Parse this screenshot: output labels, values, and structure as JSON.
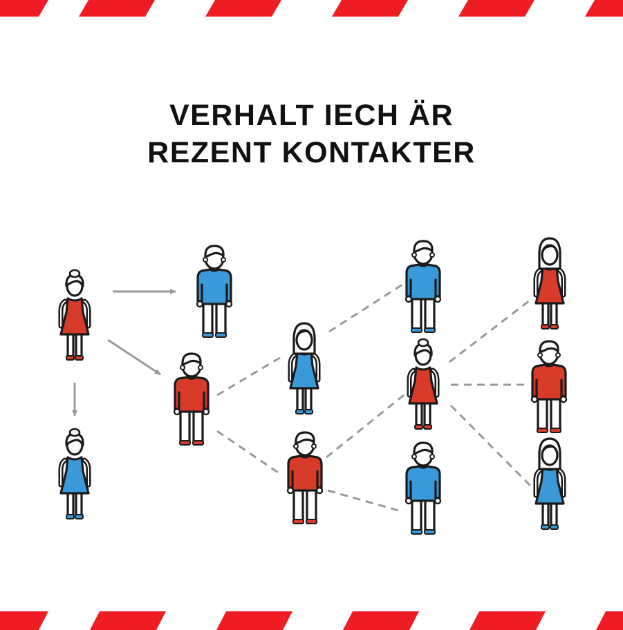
{
  "title": {
    "line1": "VERHALT IECH ÄR",
    "line2": "REZENT KONTAKTER"
  },
  "colors": {
    "stripe_red": "#ef1c24",
    "background": "#ffffff",
    "person_red": "#d93b2b",
    "person_blue": "#3a9ad9",
    "outline": "#1a1a1a",
    "connector_grey": "#9a9a9a"
  },
  "diagram": {
    "people": [
      {
        "id": "p1",
        "name": "woman-red-dress-source",
        "type": "woman",
        "color": "red"
      },
      {
        "id": "p2",
        "name": "man-blue-shirt",
        "type": "man",
        "color": "blue"
      },
      {
        "id": "p3",
        "name": "woman-blue-dress-bun",
        "type": "woman",
        "color": "blue"
      },
      {
        "id": "p4",
        "name": "man-red-shirt",
        "type": "man",
        "color": "red"
      },
      {
        "id": "p5",
        "name": "woman-blue-dress-long-hair",
        "type": "woman",
        "color": "blue"
      },
      {
        "id": "p6",
        "name": "man-red-shirt-second",
        "type": "man",
        "color": "red"
      },
      {
        "id": "p7",
        "name": "man-blue-shirt-top",
        "type": "man",
        "color": "blue"
      },
      {
        "id": "p8",
        "name": "woman-red-dress-middle",
        "type": "woman",
        "color": "red"
      },
      {
        "id": "p9",
        "name": "man-blue-shirt-bottom",
        "type": "man",
        "color": "blue"
      },
      {
        "id": "p10",
        "name": "woman-red-dress-top-right",
        "type": "woman",
        "color": "red"
      },
      {
        "id": "p11",
        "name": "man-red-shirt-right",
        "type": "man",
        "color": "red"
      },
      {
        "id": "p12",
        "name": "woman-blue-dress-bottom-right",
        "type": "woman",
        "color": "blue"
      }
    ],
    "connections": [
      {
        "from": "p1",
        "to": "p2",
        "style": "arrow"
      },
      {
        "from": "p1",
        "to": "p4",
        "style": "arrow"
      },
      {
        "from": "p1",
        "to": "p3",
        "style": "arrow"
      },
      {
        "from": "p4",
        "to": "p5",
        "style": "dashed"
      },
      {
        "from": "p4",
        "to": "p6",
        "style": "dashed"
      },
      {
        "from": "p5",
        "to": "p7",
        "style": "dashed"
      },
      {
        "from": "p6",
        "to": "p8",
        "style": "dashed"
      },
      {
        "from": "p6",
        "to": "p9",
        "style": "dashed"
      },
      {
        "from": "p8",
        "to": "p10",
        "style": "dashed"
      },
      {
        "from": "p8",
        "to": "p11",
        "style": "dashed"
      },
      {
        "from": "p8",
        "to": "p12",
        "style": "dashed"
      }
    ]
  }
}
